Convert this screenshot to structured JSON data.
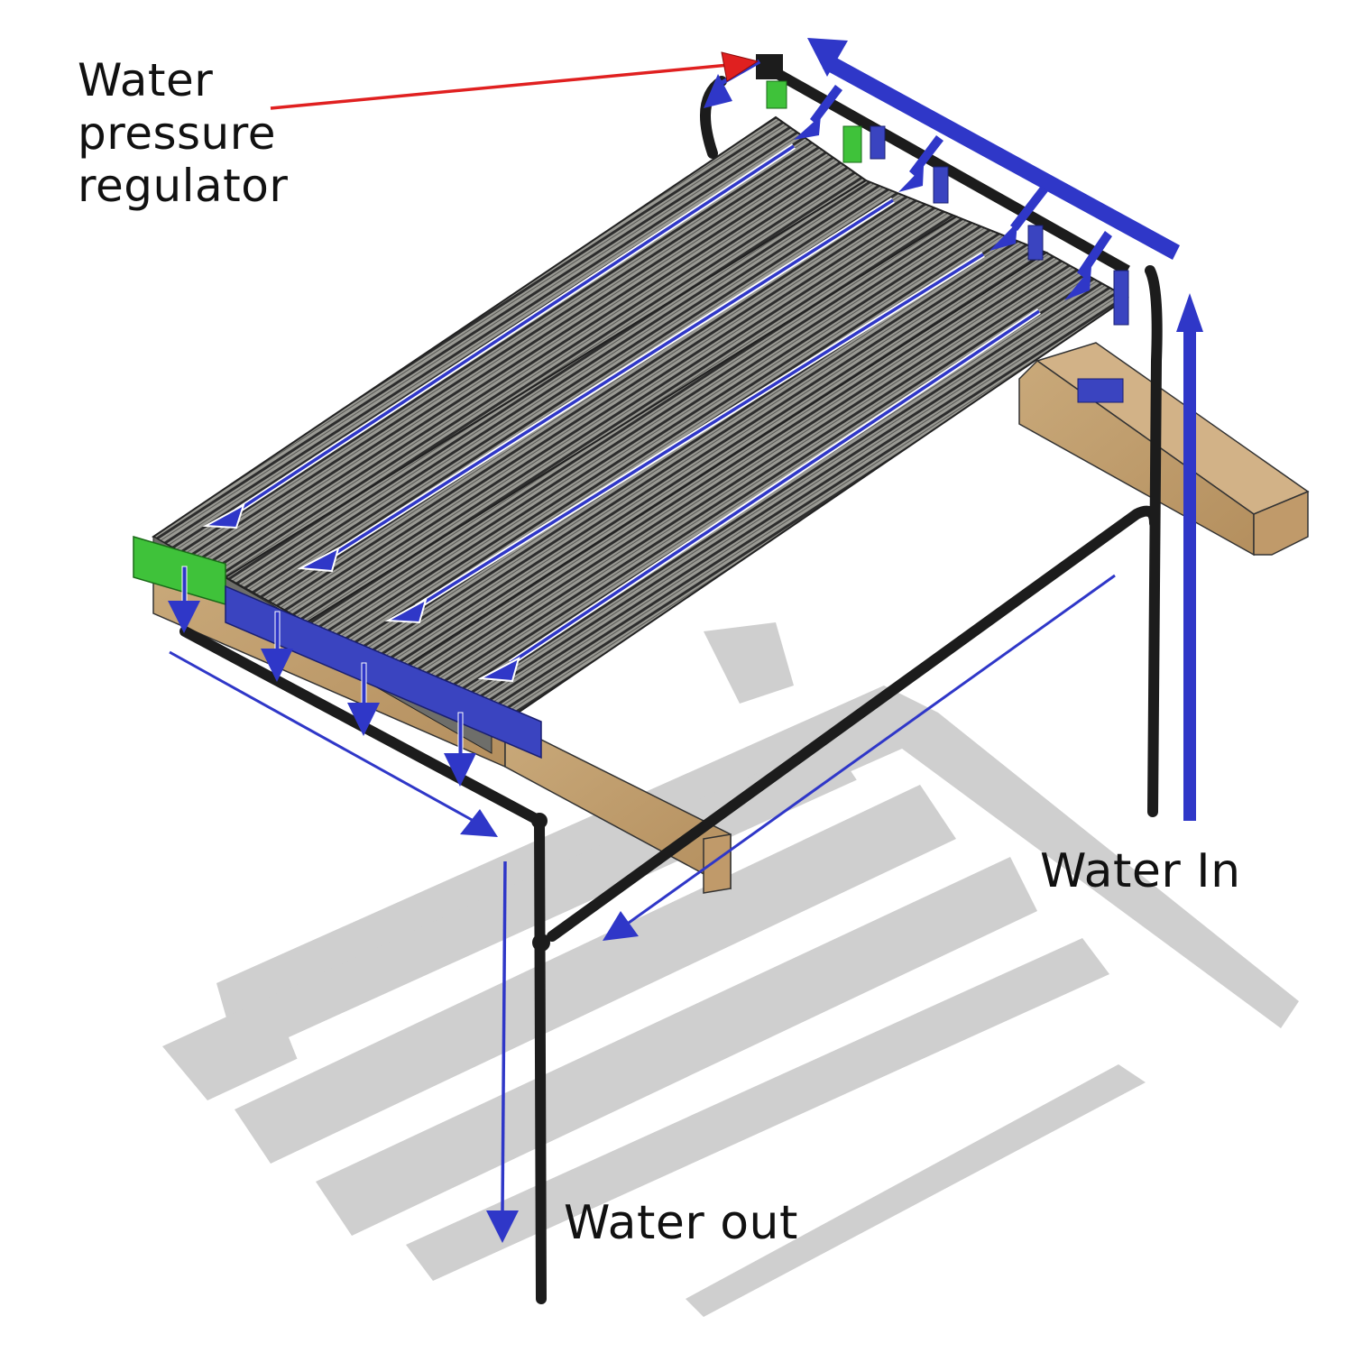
{
  "diagram": {
    "title": "Solar water panel flow diagram",
    "labels": {
      "regulator": [
        "Water",
        "pressure",
        "regulator"
      ],
      "water_in": "Water In",
      "water_out": "Water out"
    },
    "panels": {
      "count": 4,
      "flow_direction": "top-right manifold to bottom-left collector"
    },
    "colors": {
      "flow_arrow": "#2f37c8",
      "pointer_arrow": "#e02020",
      "panel": "#8f8f8a",
      "panel_dark": "#3a3a3a",
      "manifold_green": "#3fc23a",
      "manifold_blue": "#3a44c0",
      "pipe": "#1c1c1c",
      "beam_wood": "#c8a878",
      "shadow": "#cfcfcf"
    },
    "flow_legend": [
      {
        "id": "inlet",
        "text": "Water In",
        "direction": "up"
      },
      {
        "id": "top-manifold",
        "direction": "up-left"
      },
      {
        "id": "panel-feed",
        "direction": "down-left",
        "count": 4
      },
      {
        "id": "panel-flow",
        "direction": "down-left",
        "count": 4
      },
      {
        "id": "panel-drain",
        "direction": "down",
        "count": 4
      },
      {
        "id": "bottom-collector",
        "direction": "down-right"
      },
      {
        "id": "return-pipe",
        "direction": "down-left"
      },
      {
        "id": "outlet",
        "text": "Water out",
        "direction": "down"
      }
    ]
  }
}
